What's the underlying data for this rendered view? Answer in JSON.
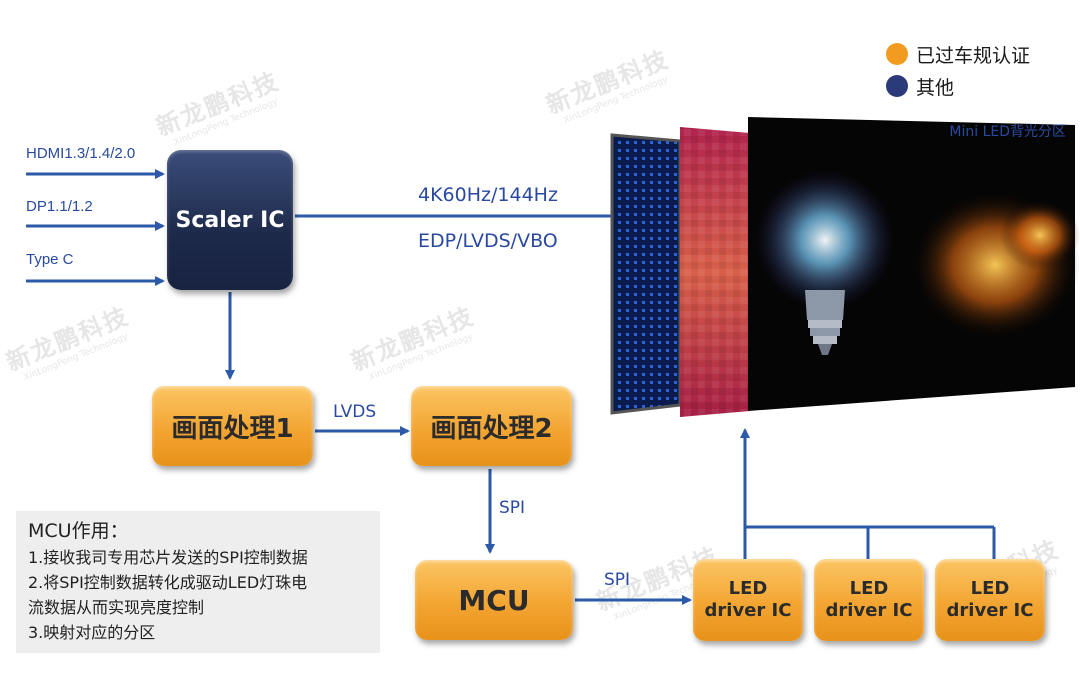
{
  "legend": {
    "items": [
      {
        "label": "已过车规认证",
        "color": "#f29c1f"
      },
      {
        "label": "其他",
        "color": "#2b3a78"
      }
    ]
  },
  "watermark": {
    "brand": "新龙鹏科技",
    "sub": "XinLongPeng Technology"
  },
  "inputs": [
    "HDMI1.3/1.4/2.0",
    "DP1.1/1.2",
    "Type C"
  ],
  "scaler": {
    "label": "Scaler IC"
  },
  "video_link": {
    "rate": "4K60Hz/144Hz",
    "interface": "EDP/LVDS/VBO"
  },
  "proc1": {
    "label": "画面处理1"
  },
  "proc2": {
    "label": "画面处理2"
  },
  "lvds_label": "LVDS",
  "spi_label_vertical": "SPI",
  "spi_label_horizontal": "SPI",
  "mcu": {
    "label": "MCU"
  },
  "drivers": [
    {
      "line1": "LED",
      "line2": "driver IC"
    },
    {
      "line1": "LED",
      "line2": "driver IC"
    },
    {
      "line1": "LED",
      "line2": "driver IC"
    }
  ],
  "panel_label": "Mini LED背光分区",
  "mcu_note": {
    "title": "MCU作用：",
    "lines": [
      "1.接收我司专用芯片发送的SPI控制数据",
      "2.将SPI控制数据转化成驱动LED灯珠电",
      "流数据从而实现亮度控制",
      "3.映射对应的分区"
    ]
  },
  "colors": {
    "arrow": "#2d5aa8",
    "orange": "#f29c1f",
    "navy": "#1e2a4b"
  }
}
